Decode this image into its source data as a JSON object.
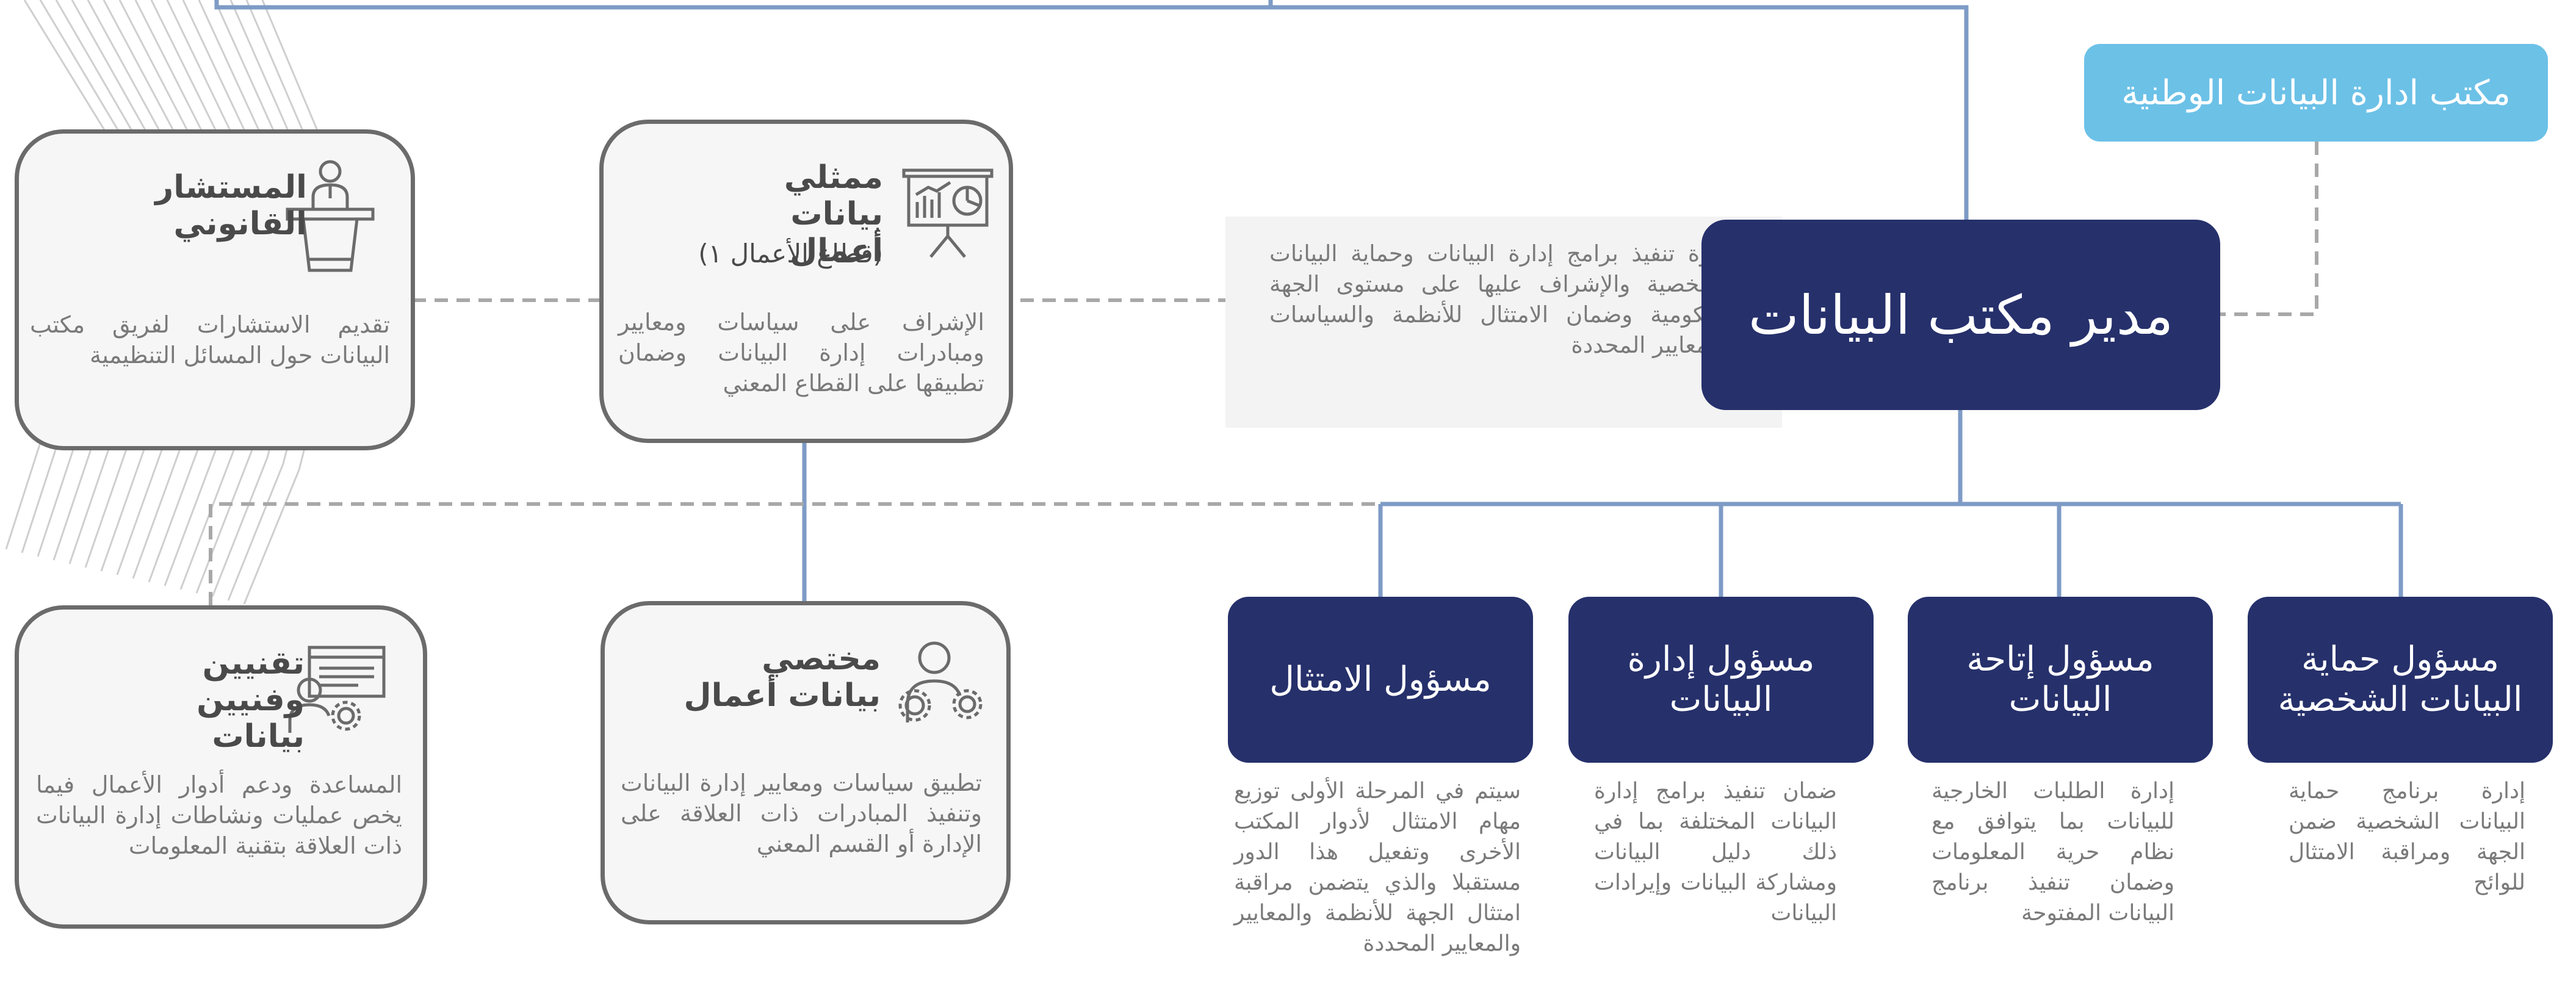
{
  "colors": {
    "navy": "#26306b",
    "light_blue": "#6cc1e7",
    "connector": "#7e9bc6",
    "dashed": "#a8a8a8",
    "card_border": "#6b6b6b",
    "card_bg": "#f6f6f6",
    "text_gray": "#7a7a7a"
  },
  "national_office": {
    "label": "مكتب ادارة البيانات الوطنية"
  },
  "director": {
    "title": "مدير مكتب البيانات",
    "description": "إدارة تنفيذ برامج إدارة البيانات وحماية البيانات الشخصية والإشراف عليها على مستوى الجهة الحكومية وضمان الامتثال للأنظمة والسياسات والمعايير المحددة"
  },
  "roles": [
    {
      "title": "مسؤول حماية البيانات الشخصية",
      "description": "إدارة برنامج حماية البيانات الشخصية ضمن الجهة ومراقبة الامتثال للوائح"
    },
    {
      "title": "مسؤول إتاحة البيانات",
      "description": "إدارة الطلبات الخارجية للبيانات بما يتوافق مع نظام حرية المعلومات وضمان تنفيذ برنامج البيانات المفتوحة"
    },
    {
      "title": "مسؤول إدارة البيانات",
      "description": "ضمان تنفيذ برامج إدارة البيانات المختلفة بما في ذلك دليل البيانات ومشاركة البيانات وإيرادات البيانات"
    },
    {
      "title": "مسؤول الامتثال",
      "description": "سيتم في المرحلة الأولى توزيع مهام الامتثال لأدوار المكتب الأخرى وتفعيل هذا الدور مستقبلا والذي يتضمن مراقبة امتثال الجهة للأنظمة والمعايير والمعايير المحددة"
    }
  ],
  "business_rep": {
    "title": "ممثلي بيانات أعمال",
    "subtitle": "(قطاع الأعمال ١)",
    "description": "الإشراف على سياسات ومعايير ومبادرات إدارة البيانات وضمان تطبيقها على القطاع المعني",
    "icon": "presentation-chart-icon"
  },
  "legal_advisor": {
    "title": "المستشار القانوني",
    "description": "تقديم الاستشارات لفريق مكتب البيانات حول المسائل التنظيمية",
    "icon": "speaker-podium-icon"
  },
  "business_specialist": {
    "title": "مختصي بيانات أعمال",
    "description": "تطبيق سياسات ومعايير إدارة البيانات وتنفيذ المبادرات ذات العلاقة على الإدارة أو القسم المعني",
    "icon": "person-gears-icon"
  },
  "tech_staff": {
    "title": "تقنيين وفنيين بيانات",
    "description": "المساعدة ودعم أدوار الأعمال فيما يخص عمليات ونشاطات إدارة البيانات ذات العلاقة بتقنية المعلومات",
    "icon": "person-screen-gear-icon"
  }
}
